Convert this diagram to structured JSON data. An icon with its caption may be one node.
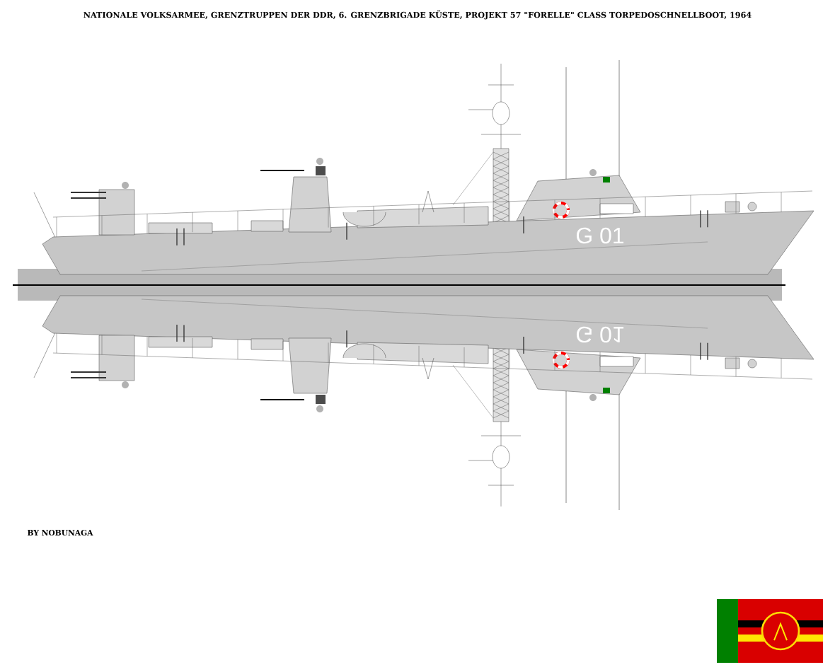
{
  "diagram": {
    "title": "NATIONALE VOLKSARMEE, GRENZTRUPPEN DER DDR, 6. GRENZBRIGADE KÜSTE, PROJEKT 57 \"FORELLE\" CLASS TORPEDOSCHNELLBOOT, 1964",
    "labels": [
      "BY NOBUNAGA",
      "G 01",
      "G 01"
    ]
  }
}
